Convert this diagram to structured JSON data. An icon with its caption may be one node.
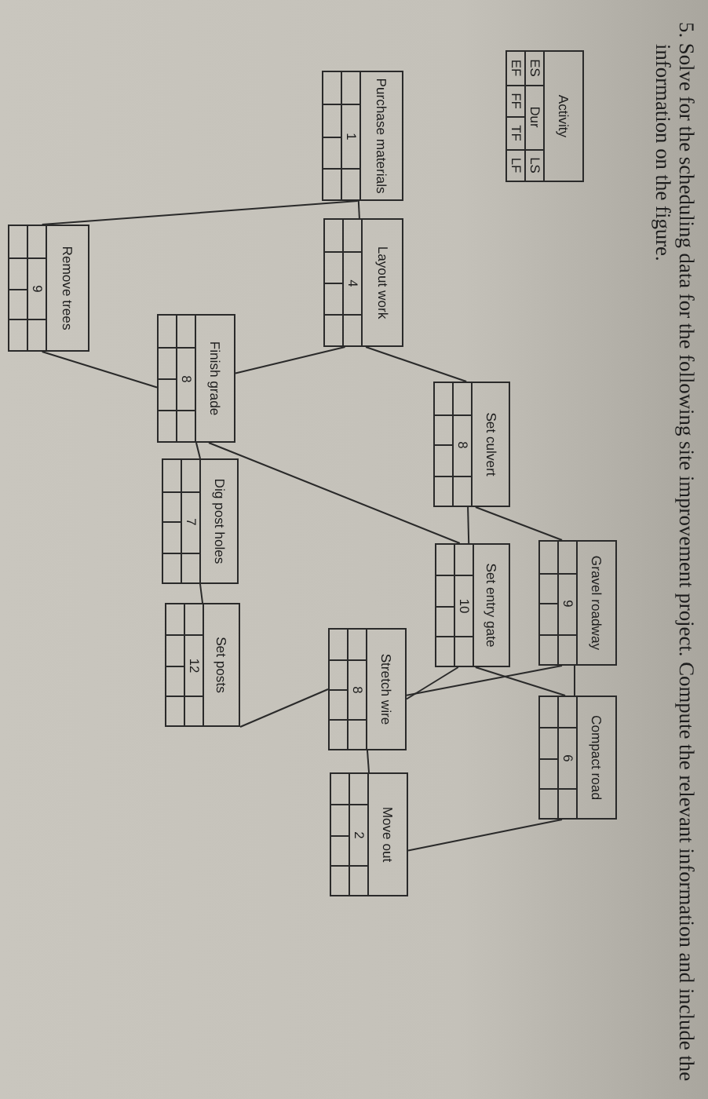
{
  "diagram": {
    "title": "5. Solve for the scheduling data for the following site improvement project. Compute the relevant information and include the information on the figure.",
    "nodes": [
      {
        "text": [
          "Activity",
          "ES",
          "Dur",
          "LS",
          "EF",
          "FF",
          "TF",
          "LF"
        ]
      },
      {
        "text": [
          "Purchase materials",
          "1"
        ]
      },
      {
        "text": [
          "Layout work",
          "4"
        ]
      },
      {
        "text": [
          "Remove trees",
          "9"
        ]
      },
      {
        "text": [
          "Finish grade",
          "8"
        ]
      },
      {
        "text": [
          "Set culvert",
          "8"
        ]
      },
      {
        "text": [
          "Dig post holes",
          "7"
        ]
      },
      {
        "text": [
          "Gravel roadway",
          "9"
        ]
      },
      {
        "text": [
          "Set entry gate",
          "10"
        ]
      },
      {
        "text": [
          "Set posts",
          "12"
        ]
      },
      {
        "text": [
          "Stretch wire",
          "8"
        ]
      },
      {
        "text": [
          "Compact road",
          "6"
        ]
      },
      {
        "text": [
          "Move out",
          "2"
        ]
      }
    ],
    "edges": [
      {
        "from": 1,
        "to": 2,
        "arrow": "none"
      },
      {
        "from": 1,
        "to": 3,
        "arrow": "none"
      },
      {
        "from": 2,
        "to": 4,
        "arrow": "none"
      },
      {
        "from": 2,
        "to": 5,
        "arrow": "none"
      },
      {
        "from": 3,
        "to": 4,
        "arrow": "none"
      },
      {
        "from": 4,
        "to": 6,
        "arrow": "none"
      },
      {
        "from": 4,
        "to": 8,
        "arrow": "none"
      },
      {
        "from": 5,
        "to": 8,
        "arrow": "none"
      },
      {
        "from": 5,
        "to": 7,
        "arrow": "none"
      },
      {
        "from": 6,
        "to": 9,
        "arrow": "none"
      },
      {
        "from": 9,
        "to": 10,
        "arrow": "none"
      },
      {
        "from": 8,
        "to": 10,
        "arrow": "none"
      },
      {
        "from": 7,
        "to": 10,
        "arrow": "none"
      },
      {
        "from": 8,
        "to": 11,
        "arrow": "none"
      },
      {
        "from": 7,
        "to": 11,
        "arrow": "none"
      },
      {
        "from": 10,
        "to": 12,
        "arrow": "none"
      },
      {
        "from": 11,
        "to": 12,
        "arrow": "none"
      }
    ]
  }
}
